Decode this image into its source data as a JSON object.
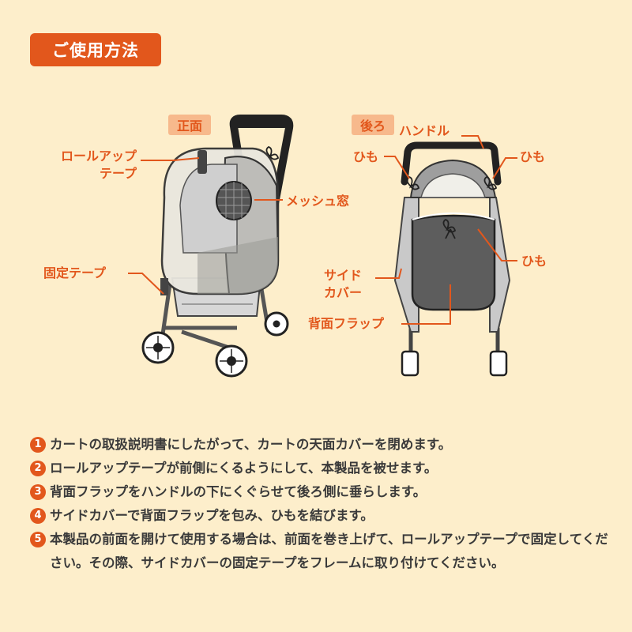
{
  "title": "ご使用方法",
  "front": {
    "tag": "正面",
    "labels": {
      "rollup": "ロールアップ\nテープ",
      "mesh": "メッシュ窓",
      "fixing_tape": "固定テープ"
    }
  },
  "back": {
    "tag": "後ろ",
    "labels": {
      "handle": "ハンドル",
      "himo_left": "ひも",
      "himo_right": "ひも",
      "himo_bottom": "ひも",
      "side_cover": "サイド\nカバー",
      "back_flap": "背面フラップ"
    }
  },
  "steps": [
    {
      "num": "1",
      "text": "カートの取扱説明書にしたがって、カートの天面カバーを閉めます。"
    },
    {
      "num": "2",
      "text": "ロールアップテープが前側にくるようにして、本製品を被せます。"
    },
    {
      "num": "3",
      "text": "背面フラップをハンドルの下にくぐらせて後ろ側に垂らします。"
    },
    {
      "num": "4",
      "text": "サイドカバーで背面フラップを包み、ひもを結びます。"
    },
    {
      "num": "5",
      "text": "本製品の前面を開けて使用する場合は、前面を巻き上げて、ロールアップテープで固定してください。その際、サイドカバーの固定テープをフレームに取り付けてください。"
    }
  ],
  "colors": {
    "background": "#fdeecb",
    "accent": "#e2571c",
    "tag_bg": "#f7b98c",
    "text": "#3a3a3a"
  }
}
